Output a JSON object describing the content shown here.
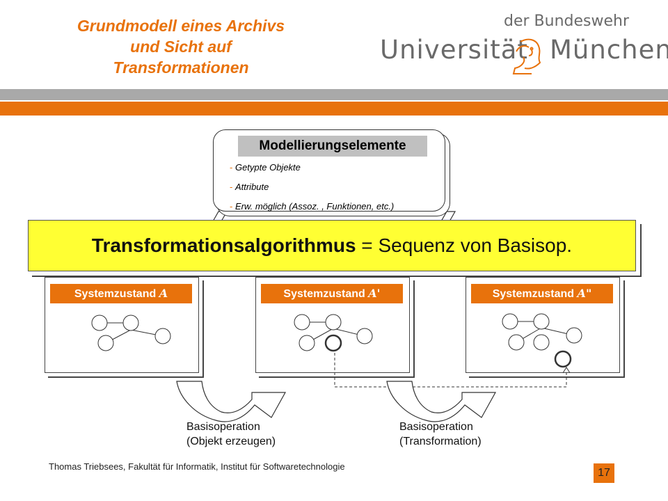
{
  "header": {
    "title_lines": [
      "Grundmodell eines Archivs",
      "und Sicht auf",
      "Transformationen"
    ],
    "logo_top": "der Bundeswehr",
    "logo_left": "Universität",
    "logo_right": "München"
  },
  "model": {
    "heading": "Modellierungselemente",
    "items": [
      "Getypte Objekte",
      "Attribute",
      "Erw. möglich (Assoz. , Funktionen, etc.)"
    ]
  },
  "transform": {
    "bold": "Transformationsalgorithmus",
    "rest": " = Sequenz von Basisop."
  },
  "states": [
    {
      "label": "Systemzustand",
      "symbol": "A"
    },
    {
      "label": "Systemzustand",
      "symbol": "A'"
    },
    {
      "label": "Systemzustand",
      "symbol": "A\""
    }
  ],
  "operations": [
    {
      "line1": "Basisoperation",
      "line2": "(Objekt erzeugen)"
    },
    {
      "line1": "Basisoperation",
      "line2": "(Transformation)"
    }
  ],
  "footer": {
    "text": "Thomas Triebsees, Fakultät für Informatik, Institut für Softwaretechnologie",
    "page": "17"
  },
  "colors": {
    "accent": "#e8720c",
    "highlight": "#ffff33",
    "gray": "#a9a9a9"
  }
}
